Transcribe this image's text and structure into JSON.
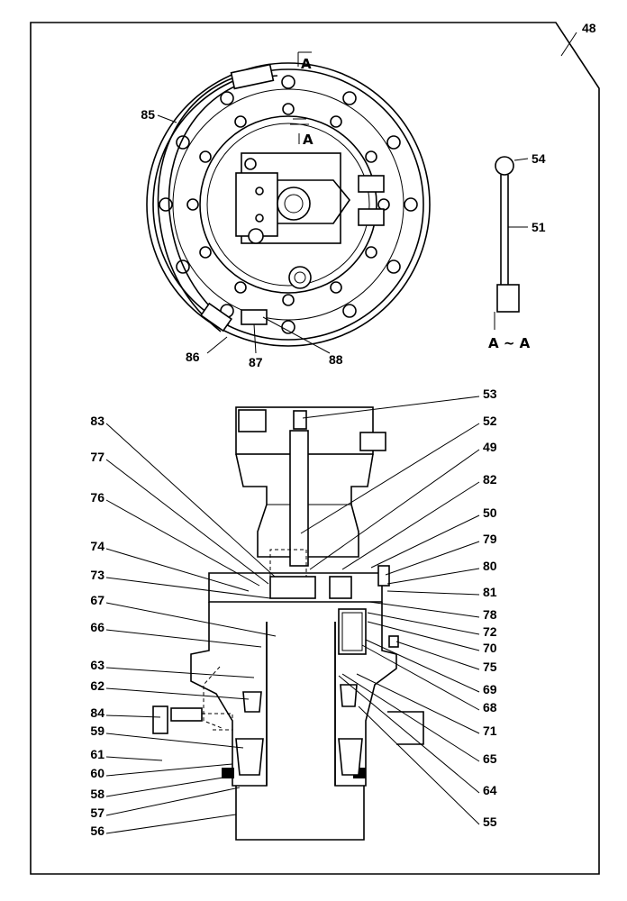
{
  "sheet_number": "48",
  "view_marker_top": "A",
  "view_marker_inner": "A",
  "section_title": "A ~ A",
  "top_view_labels": [
    "85",
    "86",
    "87",
    "88"
  ],
  "detail_labels": [
    "54",
    "51"
  ],
  "section_labels_left": [
    "83",
    "77",
    "76",
    "74",
    "73",
    "67",
    "66",
    "63",
    "62",
    "84",
    "59",
    "61",
    "60",
    "58",
    "57",
    "56"
  ],
  "section_labels_right": [
    "53",
    "52",
    "49",
    "82",
    "50",
    "79",
    "80",
    "81",
    "78",
    "72",
    "70",
    "75",
    "69",
    "68",
    "71",
    "65",
    "64",
    "55"
  ]
}
